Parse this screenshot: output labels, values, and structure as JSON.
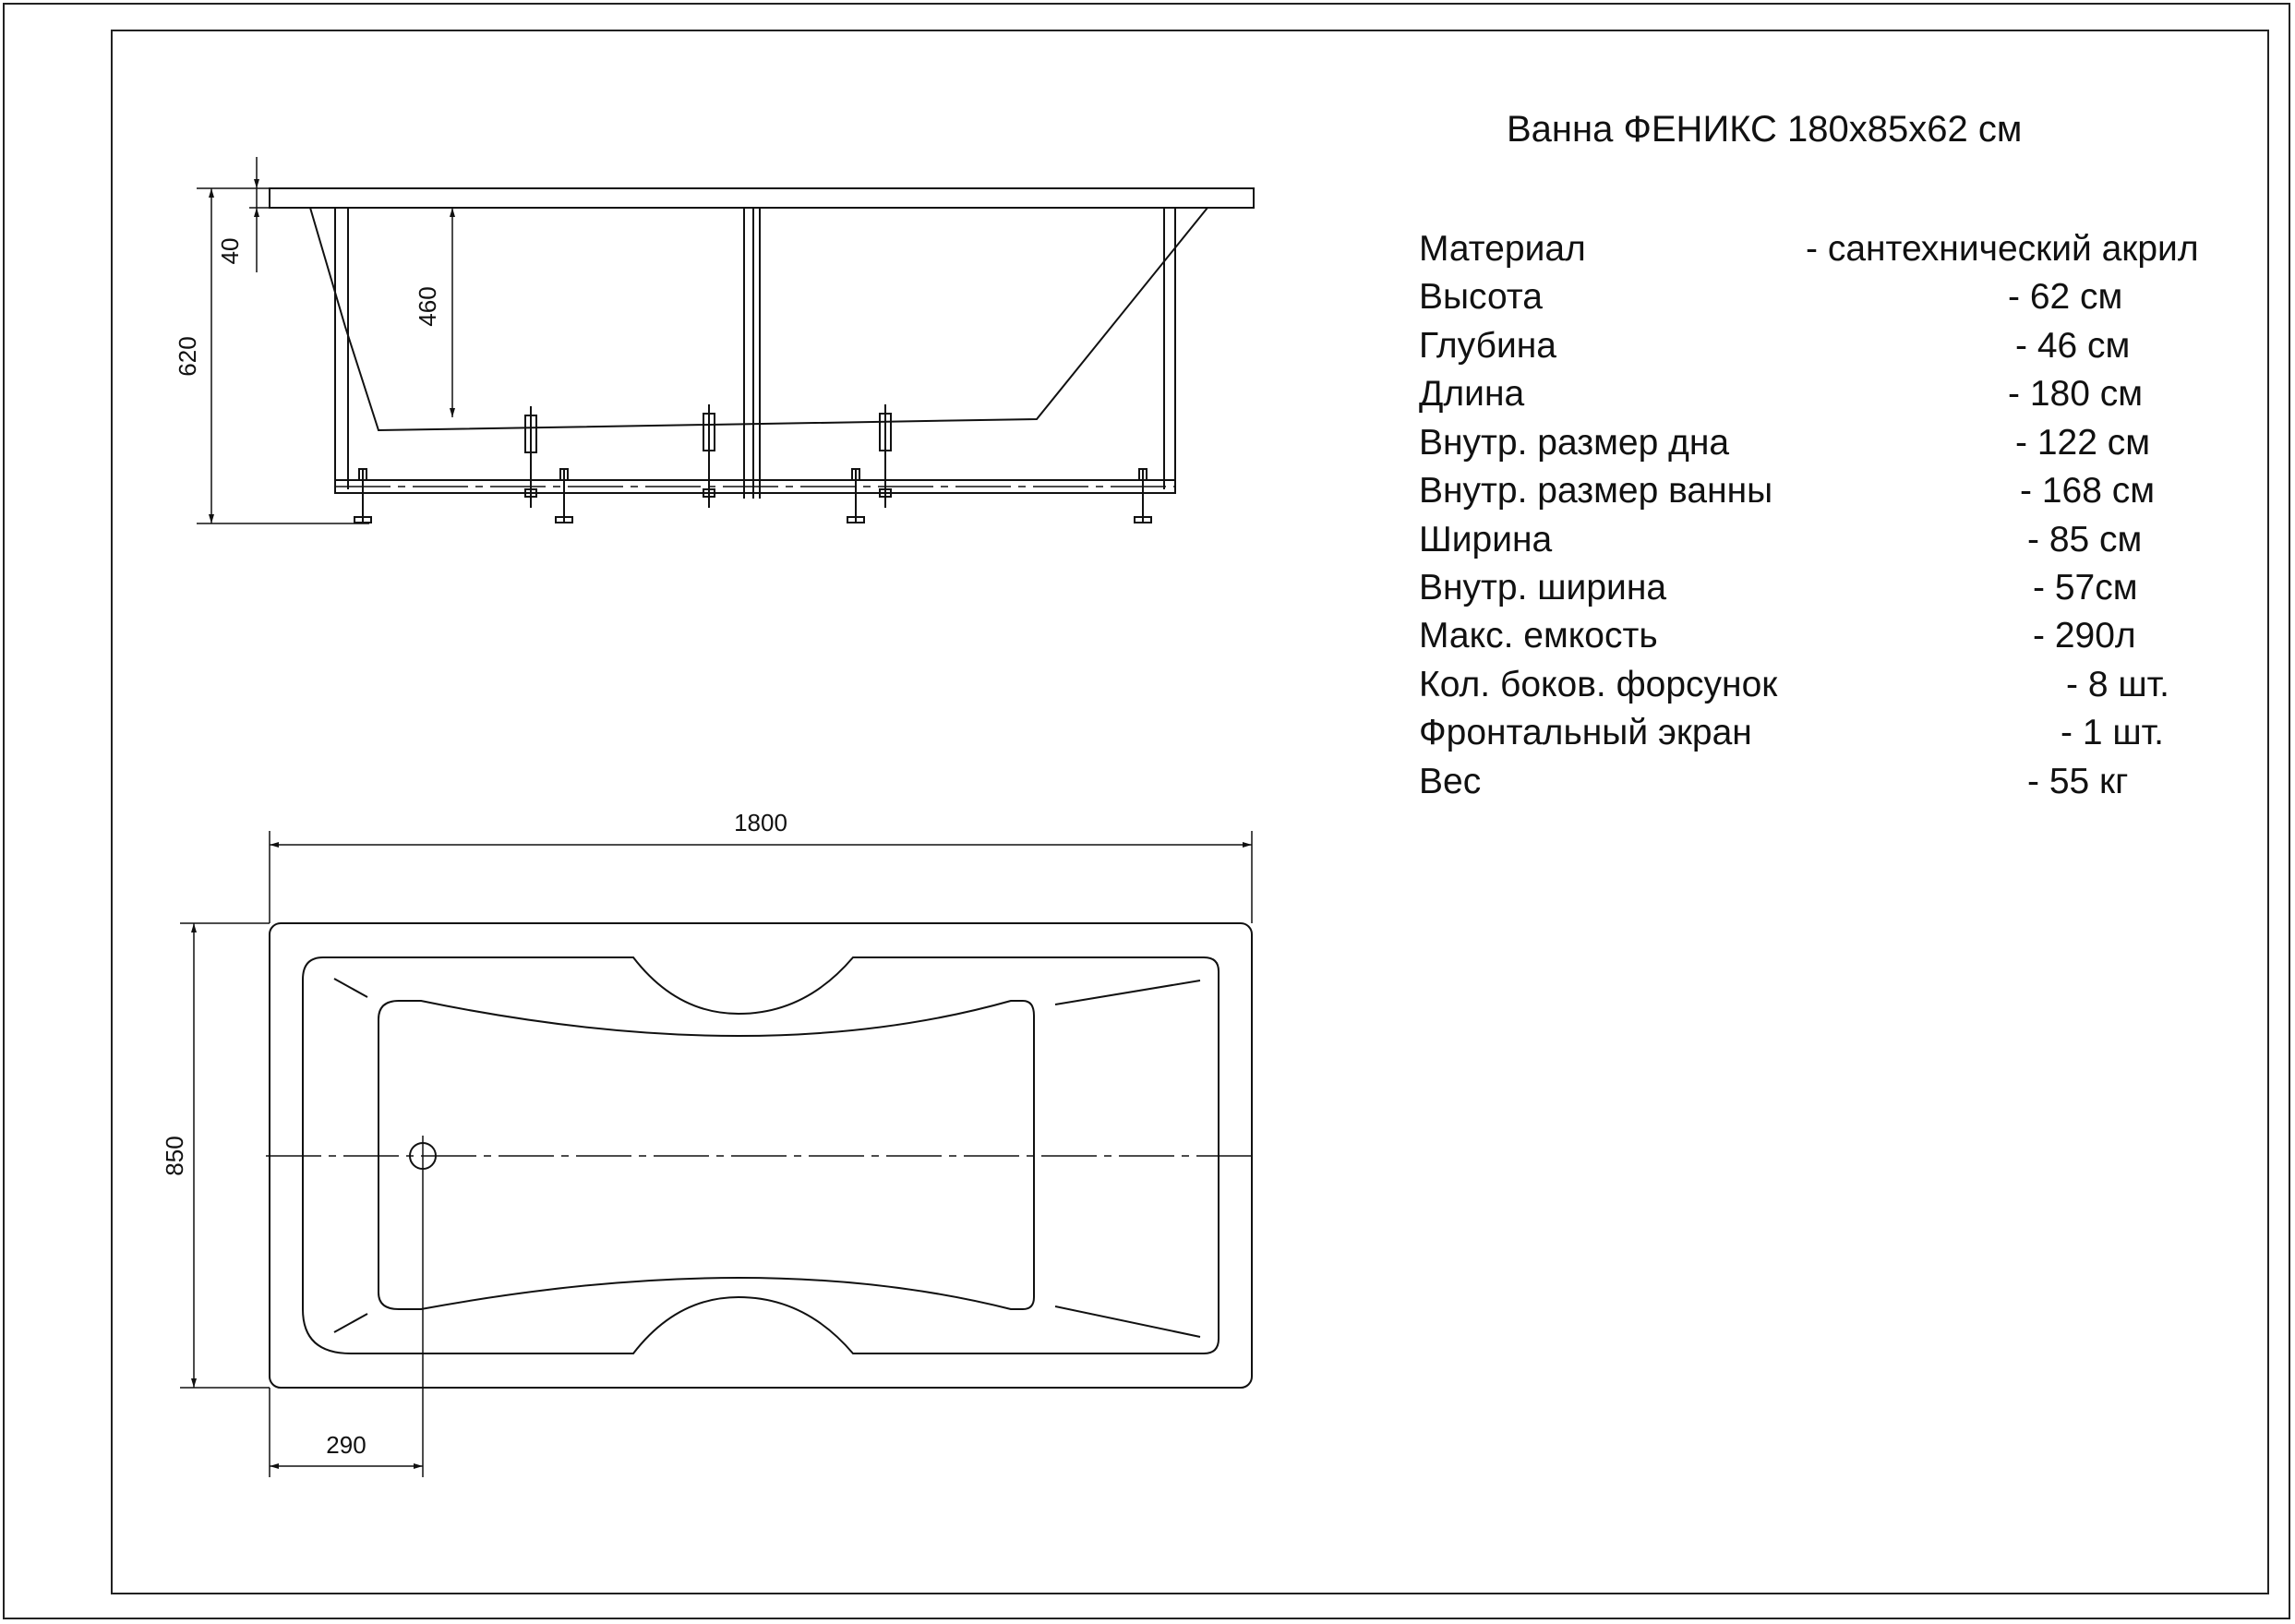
{
  "title": "Ванна ФЕНИКС 180х85х62 см",
  "specs": [
    {
      "label": "Материал",
      "value": "- сантехнический акрил"
    },
    {
      "label": "Высота",
      "value": "- 62 см"
    },
    {
      "label": "Глубина",
      "value": "- 46 см"
    },
    {
      "label": "Длина",
      "value": "- 180 см"
    },
    {
      "label": "Внутр. размер дна",
      "value": "- 122 см"
    },
    {
      "label": "Внутр. размер ванны",
      "value": "- 168 см"
    },
    {
      "label": "Ширина",
      "value": "- 85 см"
    },
    {
      "label": "Внутр. ширина",
      "value": "- 57см"
    },
    {
      "label": "Макс. емкость",
      "value": "- 290л"
    },
    {
      "label": "Кол. боков. форсунок",
      "value": "- 8 шт."
    },
    {
      "label": "Фронтальный экран",
      "value": "- 1 шт."
    },
    {
      "label": "Вес",
      "value": "- 55 кг"
    }
  ],
  "dimensions": {
    "rim_thickness": "40",
    "depth": "460",
    "height": "620",
    "length": "1800",
    "width": "850",
    "drain_offset": "290"
  }
}
